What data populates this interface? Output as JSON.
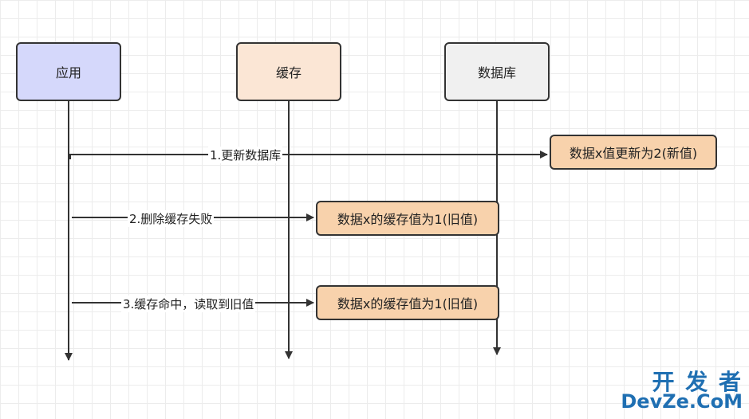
{
  "participants": {
    "app": "应用",
    "cache": "缓存",
    "db": "数据库"
  },
  "colors": {
    "app_fill": "#d5d8fb",
    "cache_fill": "#fbe6d5",
    "db_fill": "#f0f0f0",
    "note_fill": "#f8d2ac"
  },
  "messages": [
    {
      "label": "1.更新数据库",
      "note": "数据x值更新为2(新值)"
    },
    {
      "label": "2.删除缓存失败",
      "note": "数据x的缓存值为1(旧值)"
    },
    {
      "label": "3.缓存命中，读取到旧值",
      "note": "数据x的缓存值为1(旧值)"
    }
  ],
  "watermark": {
    "line1": "开 发 者",
    "line2": "DevZe.CoM"
  }
}
